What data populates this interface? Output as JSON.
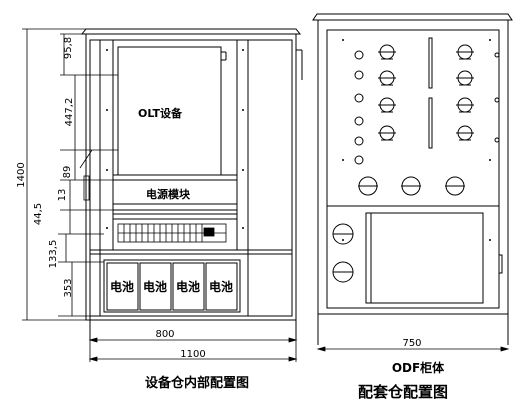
{
  "cabinet_left": {
    "caption": "设备仓内部配置图",
    "olt_label": "OLT设备",
    "power_label": "电源模块",
    "battery_labels": [
      "电池",
      "电池",
      "电池",
      "电池"
    ],
    "dims": {
      "height_total": "1400",
      "d_95_8": "95,8",
      "d_447_2": "447,2",
      "d_89": "89",
      "d_13": "13",
      "d_44_5": "44,5",
      "d_133_5": "133,5",
      "d_353": "353",
      "width_inner": "800",
      "width_total": "1100"
    }
  },
  "cabinet_right": {
    "title": "ODF柜体",
    "caption": "配套仓配置图",
    "dims": {
      "width_total": "750"
    }
  },
  "colors": {
    "line": "#000000",
    "background": "#ffffff"
  }
}
